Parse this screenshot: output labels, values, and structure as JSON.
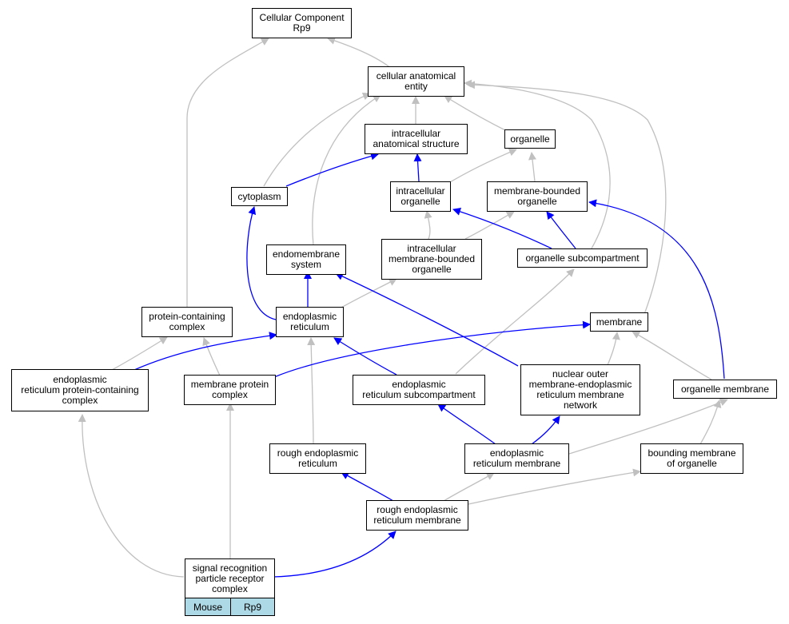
{
  "colors": {
    "edge_gray": "#c0c0c0",
    "edge_blue": "#0000ff",
    "legend_fill": "#add8e6"
  },
  "nodes": {
    "root": [
      "Cellular Component",
      "Rp9"
    ],
    "cae": [
      "cellular anatomical",
      "entity"
    ],
    "ias": [
      "intracellular",
      "anatomical structure"
    ],
    "organelle": [
      "organelle"
    ],
    "cytoplasm": [
      "cytoplasm"
    ],
    "intraorg": [
      "intracellular",
      "organelle"
    ],
    "mbo": [
      "membrane-bounded",
      "organelle"
    ],
    "endosys": [
      "endomembrane",
      "system"
    ],
    "imbo": [
      "intracellular",
      "membrane-bounded",
      "organelle"
    ],
    "orgsub": [
      "organelle subcompartment"
    ],
    "pcc": [
      "protein-containing",
      "complex"
    ],
    "er": [
      "endoplasmic",
      "reticulum"
    ],
    "membrane": [
      "membrane"
    ],
    "erpcc": [
      "endoplasmic",
      "reticulum protein-containing",
      "complex"
    ],
    "mpc": [
      "membrane protein",
      "complex"
    ],
    "ersub": [
      "endoplasmic",
      "reticulum subcompartment"
    ],
    "nuclear": [
      "nuclear outer",
      "membrane-endoplasmic",
      "reticulum membrane",
      "network"
    ],
    "orgmem": [
      "organelle membrane"
    ],
    "rer": [
      "rough endoplasmic",
      "reticulum"
    ],
    "ermem": [
      "endoplasmic",
      "reticulum membrane"
    ],
    "bmo": [
      "bounding membrane",
      "of organelle"
    ],
    "rermem": [
      "rough endoplasmic",
      "reticulum membrane"
    ],
    "srp": [
      "signal recognition",
      "particle receptor",
      "complex"
    ]
  },
  "legend": {
    "organism": "Mouse",
    "gene": "Rp9"
  }
}
